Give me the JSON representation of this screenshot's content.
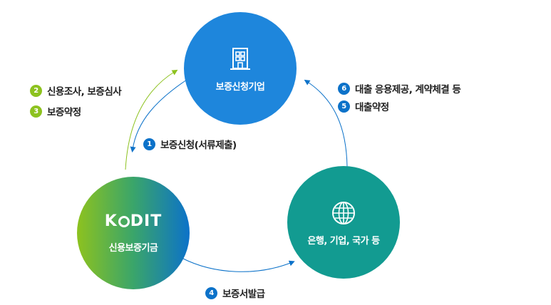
{
  "nodes": {
    "company": {
      "label": "보증신청기업",
      "icon": "building-icon"
    },
    "kodit": {
      "logo": "KODIT",
      "label": "신용보증기금"
    },
    "bank": {
      "label": "은행, 기업, 국가 등",
      "icon": "globe-icon"
    }
  },
  "steps": {
    "s1": {
      "num": "1",
      "text": "보증신청(서류제출)"
    },
    "s2": {
      "num": "2",
      "text": "신용조사, 보증심사"
    },
    "s3": {
      "num": "3",
      "text": "보증약정"
    },
    "s4": {
      "num": "4",
      "text": "보증서발급"
    },
    "s5": {
      "num": "5",
      "text": "대출약정"
    },
    "s6": {
      "num": "6",
      "text": "대출 응용제공, 계약체결 등"
    }
  },
  "colors": {
    "blue": "#0c72c9",
    "green": "#8dc21f",
    "top_circle": "#1e86dc",
    "teal": "#129b91"
  }
}
